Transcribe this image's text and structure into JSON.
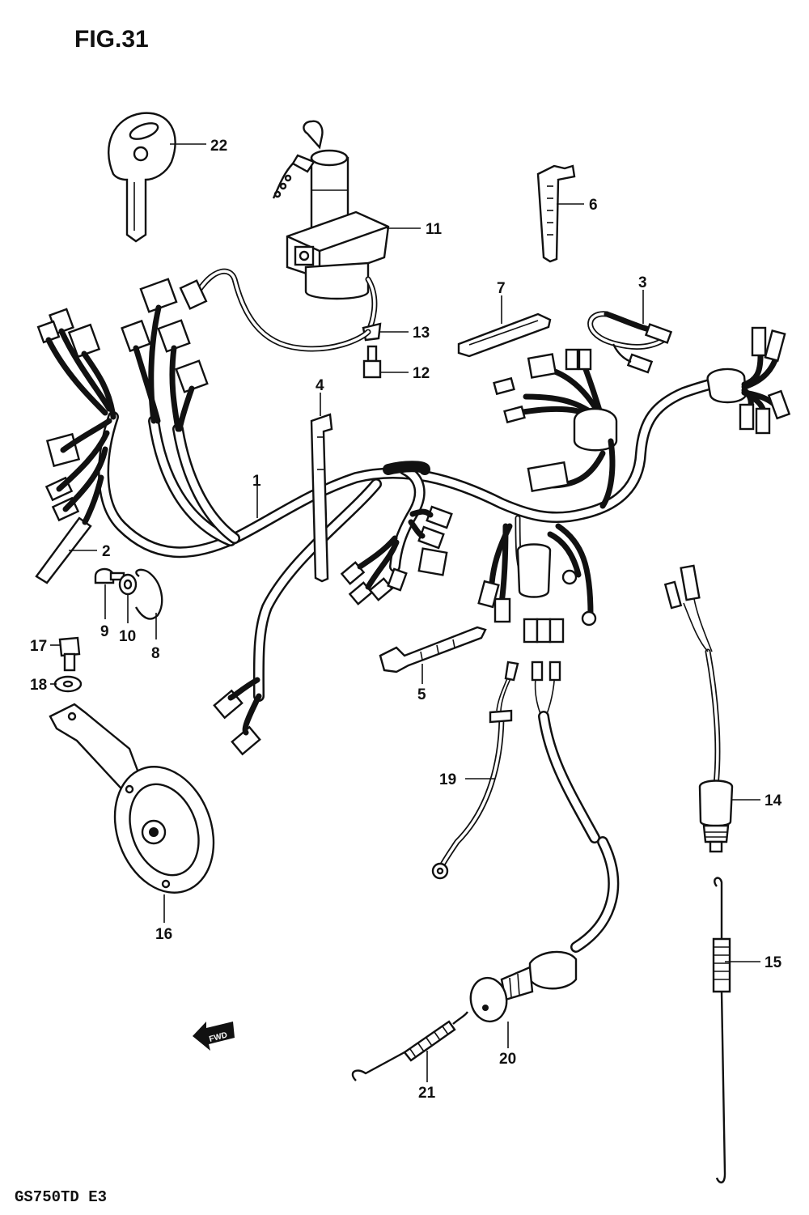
{
  "figure": {
    "title": "FIG.31",
    "model": "GS750TD  E3"
  },
  "fwd_arrow": {
    "label": "FWD"
  },
  "callouts": [
    {
      "id": "1",
      "label": "1"
    },
    {
      "id": "2",
      "label": "2"
    },
    {
      "id": "3",
      "label": "3"
    },
    {
      "id": "4",
      "label": "4"
    },
    {
      "id": "5",
      "label": "5"
    },
    {
      "id": "6",
      "label": "6"
    },
    {
      "id": "7",
      "label": "7"
    },
    {
      "id": "8",
      "label": "8"
    },
    {
      "id": "9",
      "label": "9"
    },
    {
      "id": "10",
      "label": "10"
    },
    {
      "id": "11",
      "label": "11"
    },
    {
      "id": "12",
      "label": "12"
    },
    {
      "id": "13",
      "label": "13"
    },
    {
      "id": "14",
      "label": "14"
    },
    {
      "id": "15",
      "label": "15"
    },
    {
      "id": "16",
      "label": "16"
    },
    {
      "id": "17",
      "label": "17"
    },
    {
      "id": "18",
      "label": "18"
    },
    {
      "id": "19",
      "label": "19"
    },
    {
      "id": "20",
      "label": "20"
    },
    {
      "id": "21",
      "label": "21"
    },
    {
      "id": "22",
      "label": "22"
    }
  ]
}
